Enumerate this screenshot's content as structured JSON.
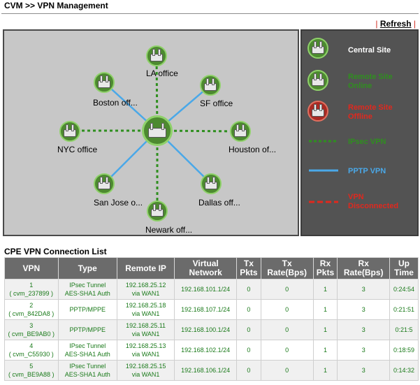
{
  "page": {
    "title": "CVM >> VPN Management",
    "refresh_label": "Refresh"
  },
  "map": {
    "nodes": [
      {
        "label": "LA office"
      },
      {
        "label": "SF office"
      },
      {
        "label": "Houston of..."
      },
      {
        "label": "Dallas off..."
      },
      {
        "label": "Newark off..."
      },
      {
        "label": "San Jose o..."
      },
      {
        "label": "NYC office"
      },
      {
        "label": "Boston off..."
      }
    ]
  },
  "legend": {
    "central": "Central Site",
    "online": "Remote Site Online",
    "offline": "Remote Site Offline",
    "ipsec": "IPsec VPN",
    "pptp": "PPTP VPN",
    "disconnected": "VPN Disconnected",
    "colors": {
      "central": "#ffffff",
      "online": "#2f8f1f",
      "offline": "#e0281e",
      "ipsec": "#2f8f1f",
      "pptp": "#4aa8e8",
      "disconnected": "#e0281e"
    }
  },
  "list": {
    "title": "CPE VPN Connection List",
    "headers": {
      "vpn": "VPN",
      "type": "Type",
      "remote_ip": "Remote IP",
      "virtual_network_1": "Virtual",
      "virtual_network_2": "Network",
      "tx_pkts_1": "Tx",
      "tx_pkts_2": "Pkts",
      "tx_rate_1": "Tx",
      "tx_rate_2": "Rate(Bps)",
      "rx_pkts_1": "Rx",
      "rx_pkts_2": "Pkts",
      "rx_rate_1": "Rx",
      "rx_rate_2": "Rate(Bps)",
      "uptime_1": "Up",
      "uptime_2": "Time"
    },
    "rows": [
      {
        "vpn_num": "1",
        "vpn_id": "( cvm_237899 )",
        "type_1": "IPsec Tunnel",
        "type_2": "AES-SHA1 Auth",
        "ip_1": "192.168.25.12",
        "ip_2": "via WAN1",
        "network": "192.168.101.1/24",
        "tx_pkts": "0",
        "tx_rate": "0",
        "rx_pkts": "1",
        "rx_rate": "3",
        "uptime": "0:24:54"
      },
      {
        "vpn_num": "2",
        "vpn_id": "( cvm_842DA8 )",
        "type_1": "PPTP/MPPE",
        "type_2": "",
        "ip_1": "192.168.25.18",
        "ip_2": "via WAN1",
        "network": "192.168.107.1/24",
        "tx_pkts": "0",
        "tx_rate": "0",
        "rx_pkts": "1",
        "rx_rate": "3",
        "uptime": "0:21:51"
      },
      {
        "vpn_num": "3",
        "vpn_id": "( cvm_BE9AB0 )",
        "type_1": "PPTP/MPPE",
        "type_2": "",
        "ip_1": "192.168.25.11",
        "ip_2": "via WAN1",
        "network": "192.168.100.1/24",
        "tx_pkts": "0",
        "tx_rate": "0",
        "rx_pkts": "1",
        "rx_rate": "3",
        "uptime": "0:21:5"
      },
      {
        "vpn_num": "4",
        "vpn_id": "( cvm_C55930 )",
        "type_1": "IPsec Tunnel",
        "type_2": "AES-SHA1 Auth",
        "ip_1": "192.168.25.13",
        "ip_2": "via WAN1",
        "network": "192.168.102.1/24",
        "tx_pkts": "0",
        "tx_rate": "0",
        "rx_pkts": "1",
        "rx_rate": "3",
        "uptime": "0:18:59"
      },
      {
        "vpn_num": "5",
        "vpn_id": "( cvm_BE9A88 )",
        "type_1": "IPsec Tunnel",
        "type_2": "AES-SHA1 Auth",
        "ip_1": "192.168.25.15",
        "ip_2": "via WAN1",
        "network": "192.168.106.1/24",
        "tx_pkts": "0",
        "tx_rate": "0",
        "rx_pkts": "1",
        "rx_rate": "3",
        "uptime": "0:14:32"
      }
    ]
  }
}
